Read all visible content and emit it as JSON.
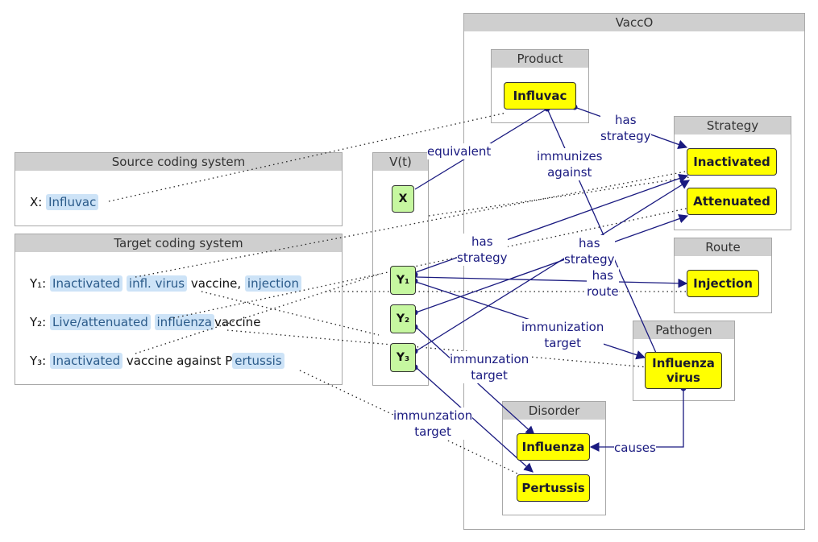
{
  "panels": {
    "vacco": "VaccO",
    "product": "Product",
    "strategy": "Strategy",
    "route": "Route",
    "pathogen": "Pathogen",
    "disorder": "Disorder",
    "source": "Source coding system",
    "target": "Target coding system",
    "vt": "V(t)"
  },
  "nodes": {
    "influvac": "Influvac",
    "inactivated": "Inactivated",
    "attenuated": "Attenuated",
    "injection": "Injection",
    "influenza_virus": "Influenza virus",
    "influenza": "Influenza",
    "pertussis": "Pertussis"
  },
  "vt_nodes": {
    "x": "X",
    "y1": "Y₁",
    "y2": "Y₂",
    "y3": "Y₃"
  },
  "source": {
    "label": "X:",
    "term": "Influvac"
  },
  "target": {
    "y1": {
      "label": "Y₁:",
      "t1": "Inactivated",
      "t2": "infl. virus",
      "mid": "vaccine,",
      "t3": "injection"
    },
    "y2": {
      "label": "Y₂:",
      "t1": "Live/attenuated",
      "t2": "influenza",
      "end": "vaccine"
    },
    "y3": {
      "label": "Y₃:",
      "t1": "Inactivated",
      "mid": "vaccine against P",
      "t2": "ertussis"
    }
  },
  "edge_labels": {
    "equivalent": "equivalent",
    "immunizes_against": "immunizes\nagainst",
    "has_strategy_product": "has\nstrategy",
    "has_strategy_y2": "has\nstrategy",
    "has_strategy_y1": "has\nstrategy",
    "has_route": "has\nroute",
    "immunization_target_y1": "immunization\ntarget",
    "immunzation_target_y2": "immunzation\ntarget",
    "immunzation_target_y3": "immunzation\ntarget",
    "causes": "causes"
  },
  "colors": {
    "node_fill": "#ffff00",
    "vt_fill": "#c6f7a0",
    "edge": "#1a1a80",
    "highlight": "#cde3f7"
  }
}
